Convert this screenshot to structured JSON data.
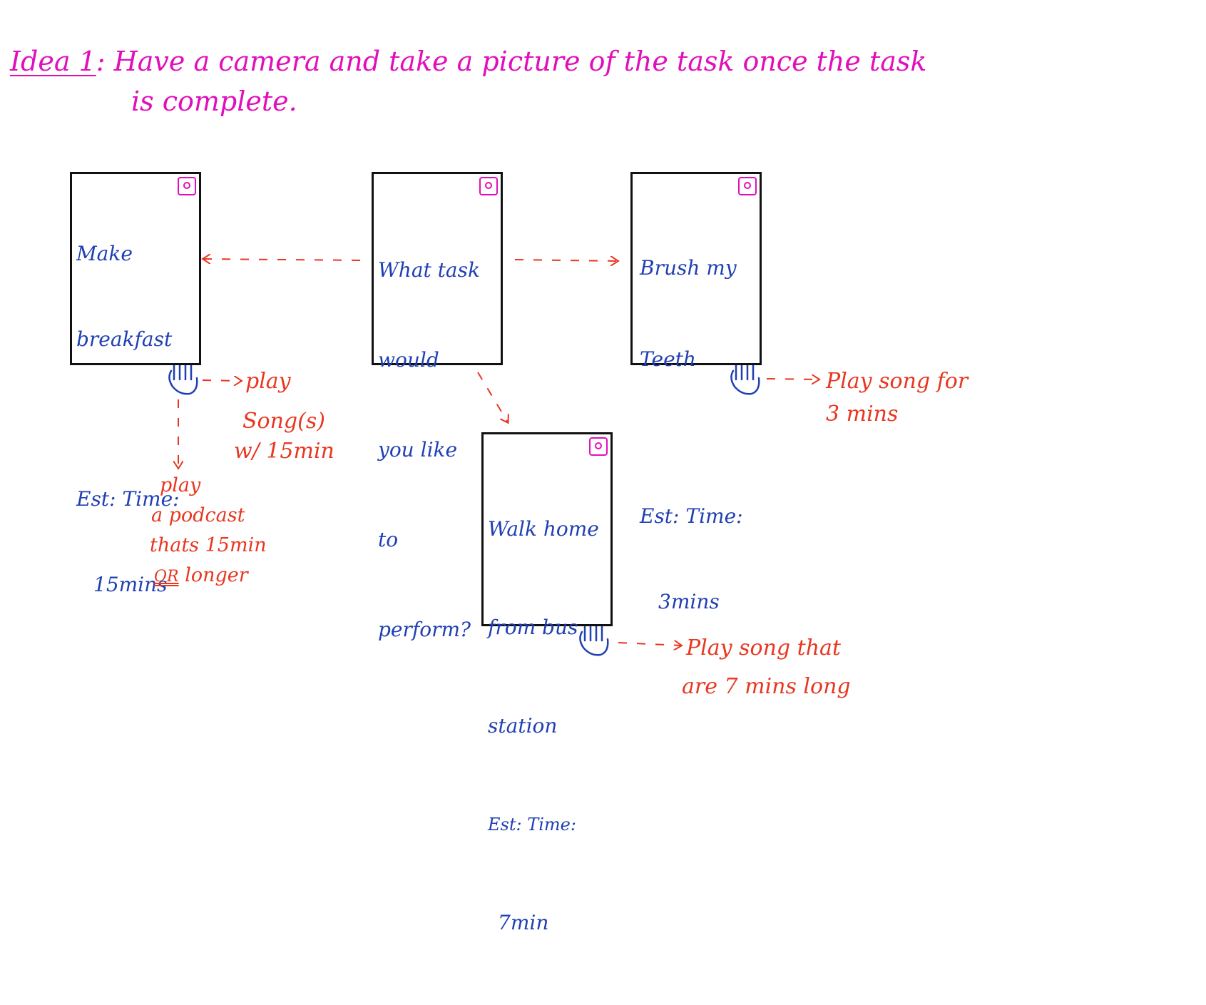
{
  "heading": {
    "idea_label": "Idea 1",
    "text": "Have a camera and take a picture of the task once the task",
    "text_line2": "is complete."
  },
  "cards": {
    "center": {
      "line1": "What task",
      "line2": "would",
      "line3": "you like",
      "line4": "to",
      "line5": "perform?"
    },
    "left": {
      "line1": "Make",
      "line2": "breakfast",
      "line3": "Est: Time:",
      "line4": "15mins"
    },
    "right": {
      "line1": "Brush my",
      "line2": "Teeth",
      "line3": "Est: Time:",
      "line4": "3mins"
    },
    "bottom": {
      "line1": "Walk home",
      "line2": "from bus",
      "line3": "station",
      "line4": "Est: Time:",
      "line5": "7min"
    }
  },
  "notes": {
    "left_song": {
      "line1": "play",
      "line2": "Song(s)",
      "line3": "w/ 15min"
    },
    "left_podcast": {
      "line1": "play",
      "line2": "a podcast",
      "line3": "thats 15min",
      "line4_underlined": "OR",
      "line4_rest": "longer"
    },
    "right_song": {
      "line1": "Play song for",
      "line2": "3 mins"
    },
    "bottom_song": {
      "line1": "Play song that",
      "line2": "are 7 mins long"
    }
  },
  "colors": {
    "heading": "#e10fbb",
    "card_text": "#1f3fb3",
    "notes": "#e8361f",
    "camera_icon": "#e10fbb"
  },
  "icons": [
    "camera-icon",
    "hand-icon"
  ]
}
